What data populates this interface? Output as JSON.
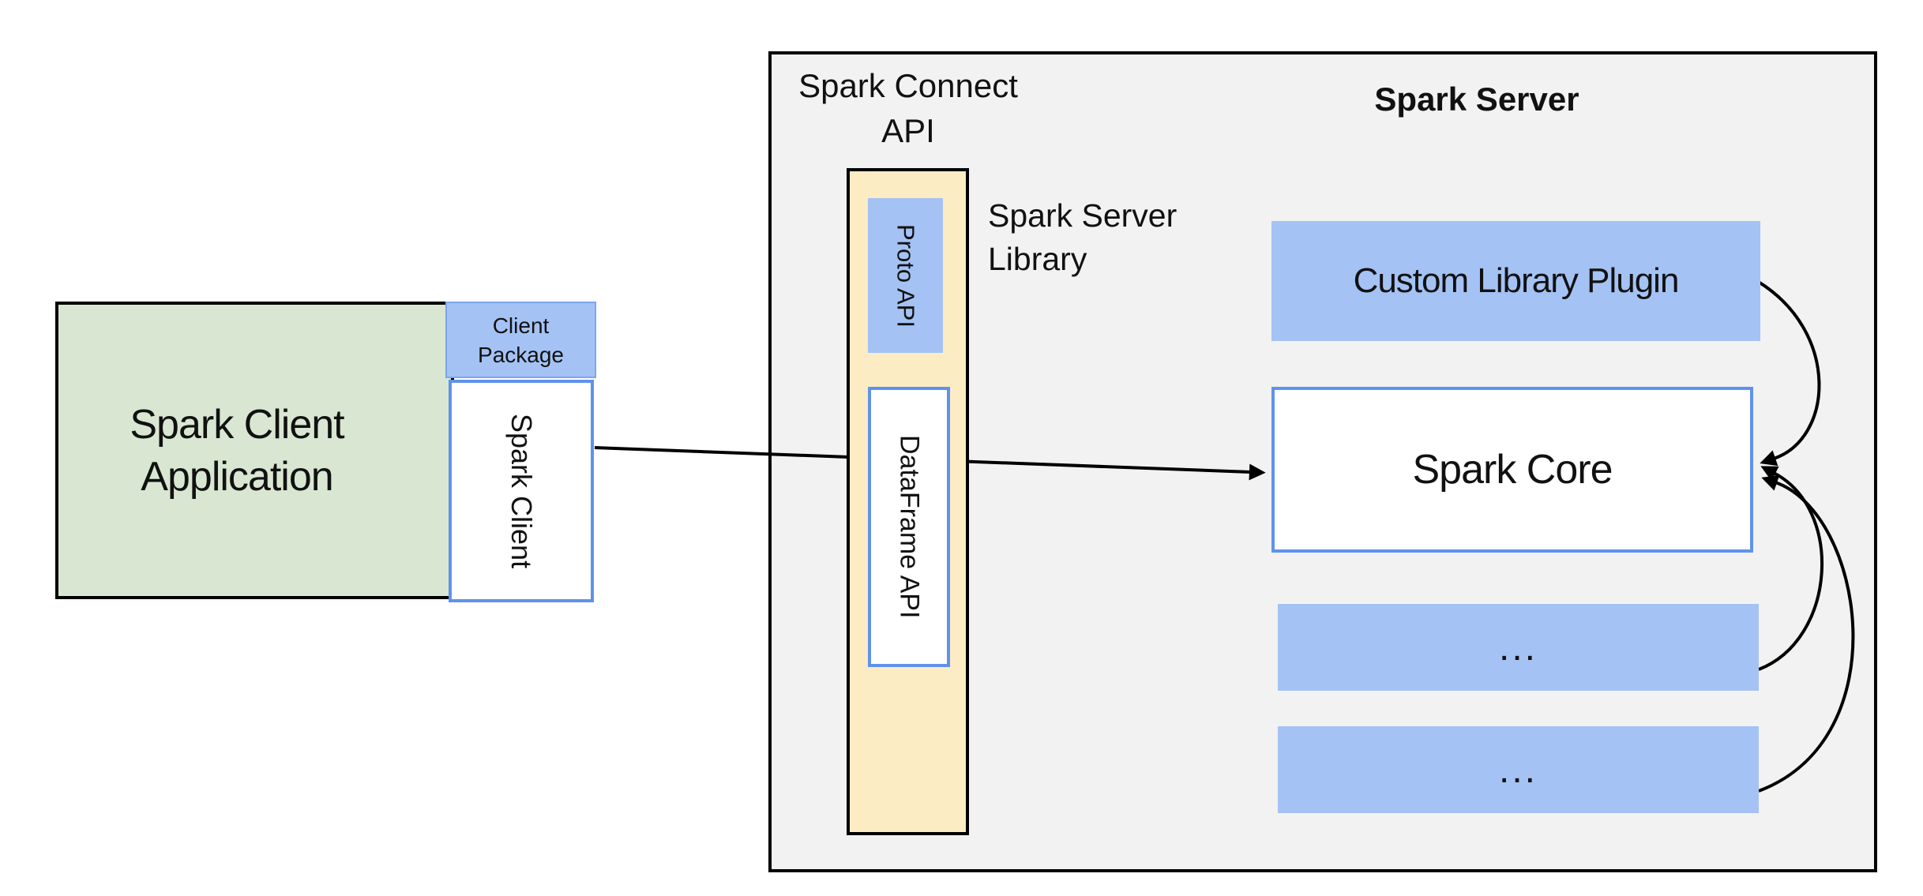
{
  "diagram": {
    "client_app": {
      "label": "Spark Client\nApplication"
    },
    "client_package": {
      "label": "Client\nPackage"
    },
    "spark_client": {
      "label": "Spark Client"
    },
    "spark_connect_api": {
      "label": "Spark Connect\nAPI"
    },
    "spark_server": {
      "title": "Spark Server"
    },
    "spark_server_library": {
      "label": "Spark Server\nLibrary"
    },
    "proto_api": {
      "label": "Proto API"
    },
    "dataframe_api": {
      "label": "DataFrame API"
    },
    "custom_library_plugin": {
      "label": "Custom Library Plugin"
    },
    "spark_core": {
      "label": "Spark Core"
    },
    "plugin_slot_1": {
      "label": "..."
    },
    "plugin_slot_2": {
      "label": "..."
    },
    "colors": {
      "client_app_fill": "#d9e7d2",
      "blue_fill": "#a4c2f4",
      "blue_border": "#5f92ec",
      "yellow_fill": "#fcecc4",
      "server_fill": "#f2f2f2",
      "outline": "#000000",
      "text": "#111111",
      "background": "#ffffff"
    }
  }
}
